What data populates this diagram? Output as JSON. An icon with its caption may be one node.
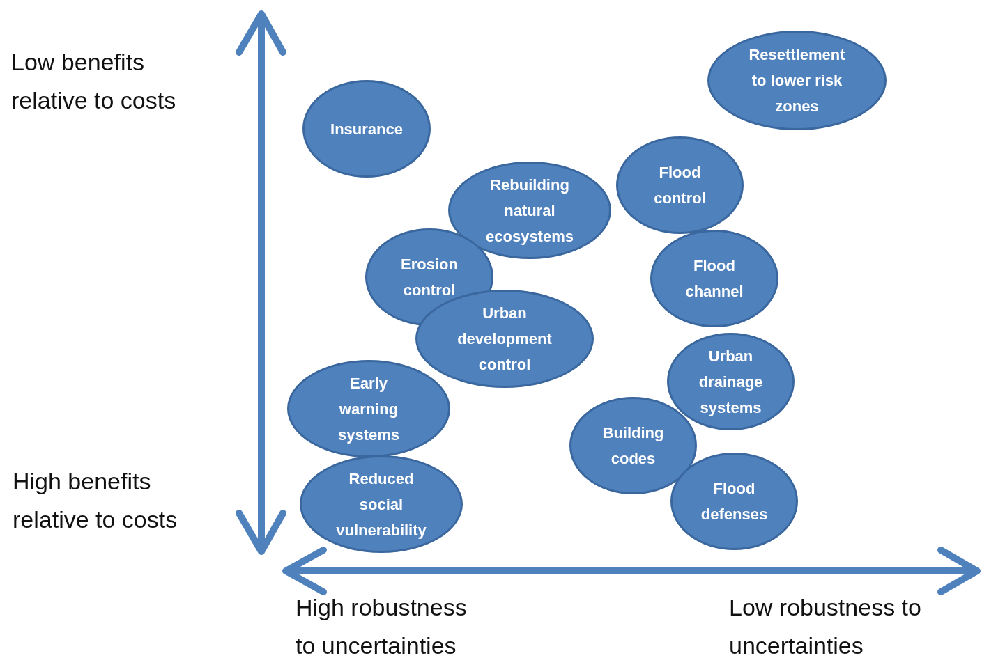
{
  "diagram": {
    "nodes": [
      {
        "text": [
          "Resettlement to lower risk zones"
        ]
      },
      {
        "text": [
          "Insurance"
        ]
      },
      {
        "text": [
          "Flood control"
        ]
      },
      {
        "text": [
          "Rebuilding natural ecosystems"
        ]
      },
      {
        "text": [
          "Erosion control"
        ]
      },
      {
        "text": [
          "Flood channel"
        ]
      },
      {
        "text": [
          "Urban development control"
        ]
      },
      {
        "text": [
          "Urban drainage systems"
        ]
      },
      {
        "text": [
          "Early warning systems"
        ]
      },
      {
        "text": [
          "Building codes"
        ]
      },
      {
        "text": [
          "Reduced social vulnerability"
        ]
      },
      {
        "text": [
          "Flood defenses"
        ]
      }
    ],
    "labels": [
      "Low benefits relative to costs",
      "High benefits relative to costs",
      "High robustness to uncertainties",
      "Low robustness to uncertainties"
    ]
  }
}
